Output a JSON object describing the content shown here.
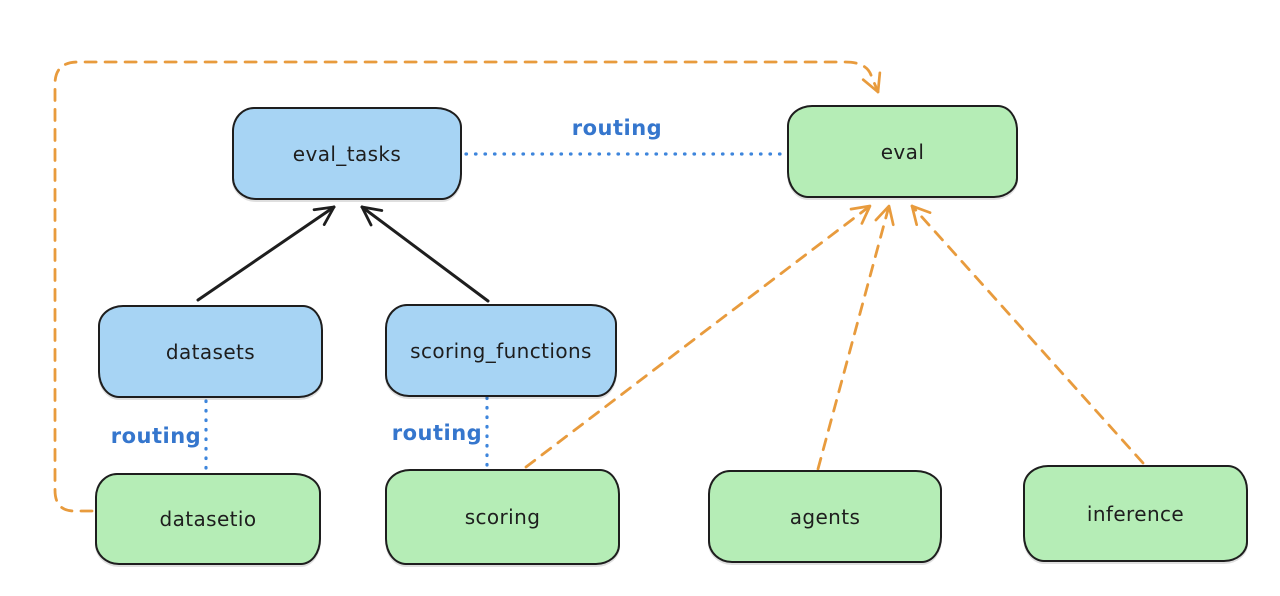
{
  "diagram": {
    "background": "#ffffff",
    "nodes": {
      "eval_tasks": {
        "label": "eval_tasks",
        "fill": "#a7d4f4"
      },
      "eval": {
        "label": "eval",
        "fill": "#b5edb6"
      },
      "datasets": {
        "label": "datasets",
        "fill": "#a7d4f4"
      },
      "scoring_functions": {
        "label": "scoring_functions",
        "fill": "#a7d4f4"
      },
      "datasetio": {
        "label": "datasetio",
        "fill": "#b5edb6"
      },
      "scoring": {
        "label": "scoring",
        "fill": "#b5edb6"
      },
      "agents": {
        "label": "agents",
        "fill": "#b5edb6"
      },
      "inference": {
        "label": "inference",
        "fill": "#b5edb6"
      }
    },
    "edges": {
      "eval_tasks_to_eval": {
        "from": "eval_tasks",
        "to": "eval",
        "style": "dotted",
        "color": "#3d85dc",
        "label": "routing"
      },
      "datasets_to_datasetio": {
        "from": "datasets",
        "to": "datasetio",
        "style": "dotted",
        "color": "#3d85dc",
        "label": "routing"
      },
      "scoring_functions_to_scoring": {
        "from": "scoring_functions",
        "to": "scoring",
        "style": "dotted",
        "color": "#3d85dc",
        "label": "routing"
      },
      "datasets_to_eval_tasks": {
        "from": "datasets",
        "to": "eval_tasks",
        "style": "solid-arrow",
        "color": "#1e1e1e"
      },
      "scoring_functions_to_eval_tasks": {
        "from": "scoring_functions",
        "to": "eval_tasks",
        "style": "solid-arrow",
        "color": "#1e1e1e"
      },
      "datasetio_to_eval": {
        "from": "datasetio",
        "to": "eval",
        "style": "dashed-arrow",
        "color": "#e89b3d"
      },
      "scoring_to_eval": {
        "from": "scoring",
        "to": "eval",
        "style": "dashed-arrow",
        "color": "#e89b3d"
      },
      "agents_to_eval": {
        "from": "agents",
        "to": "eval",
        "style": "dashed-arrow",
        "color": "#e89b3d"
      },
      "inference_to_eval": {
        "from": "inference",
        "to": "eval",
        "style": "dashed-arrow",
        "color": "#e89b3d"
      }
    },
    "colors": {
      "node_border": "#1e1e1e",
      "blue_fill": "#a7d4f4",
      "green_fill": "#b5edb6",
      "routing_label_blue": "#3576cd",
      "routing_line_blue": "#3d85dc",
      "arrow_orange": "#e89b3d",
      "arrow_black": "#1e1e1e"
    }
  }
}
